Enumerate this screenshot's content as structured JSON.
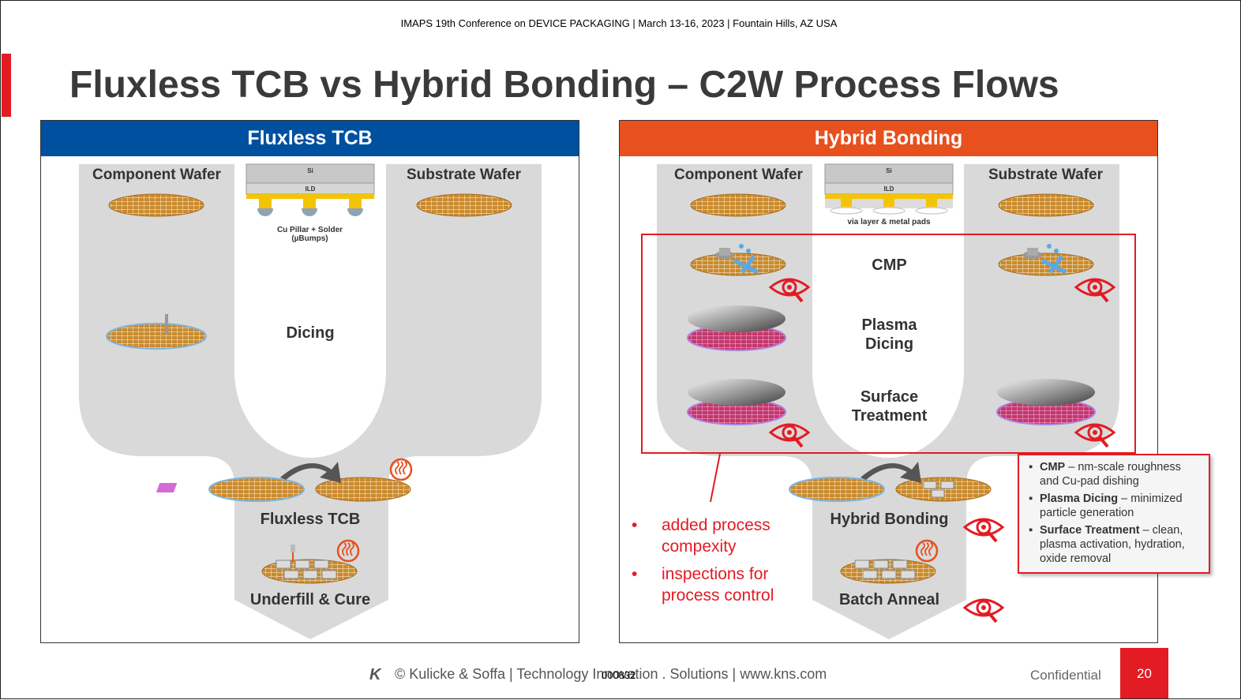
{
  "header": {
    "conference": "IMAPS 19th Conference on DEVICE PACKAGING | March 13-16, 2023 | Fountain Hills, AZ USA",
    "title": "Fluxless TCB vs Hybrid Bonding – C2W Process Flows"
  },
  "left_panel": {
    "header": "Fluxless TCB",
    "header_color": "#0050a0",
    "component_wafer": "Component Wafer",
    "substrate_wafer": "Substrate Wafer",
    "si": "Si",
    "ild": "ILD",
    "bump_caption_1": "Cu Pillar + Solder",
    "bump_caption_2": "(µBumps)",
    "dicing": "Dicing",
    "bond_step": "Fluxless TCB",
    "final_step": "Underfill & Cure"
  },
  "right_panel": {
    "header": "Hybrid Bonding",
    "header_color": "#e8501e",
    "component_wafer": "Component Wafer",
    "substrate_wafer": "Substrate Wafer",
    "si": "Si",
    "ild": "ILD",
    "pad_caption": "via layer & metal pads",
    "cmp": "CMP",
    "plasma_1": "Plasma",
    "plasma_2": "Dicing",
    "surface_1": "Surface",
    "surface_2": "Treatment",
    "bond_step": "Hybrid Bonding",
    "final_step": "Batch Anneal"
  },
  "notes": {
    "bullet_char": "•",
    "items": [
      {
        "line1": "added process",
        "line2": "compexity"
      },
      {
        "line1": "inspections for",
        "line2": "process control"
      }
    ]
  },
  "callout": {
    "items": [
      {
        "term": "CMP",
        "desc": " – nm-scale roughness and Cu-pad dishing"
      },
      {
        "term": "Plasma Dicing",
        "desc": " – minimized particle generation"
      },
      {
        "term": "Surface Treatment",
        "desc": " – clean, plasma activation, hydration, oxide removal"
      }
    ]
  },
  "footer": {
    "logo": "K",
    "text": "© Kulicke & Soffa | Technology Innovation . Solutions | www.kns.com",
    "doc_code": "000832",
    "confidential": "Confidential",
    "page": "20"
  },
  "icons": {
    "inspection": "eye-magnifier-icon",
    "heat": "heat-icon"
  },
  "colors": {
    "accent_red": "#e31b23",
    "flow_gray": "#d9d9d9",
    "wafer_gold": "#c9913a"
  }
}
